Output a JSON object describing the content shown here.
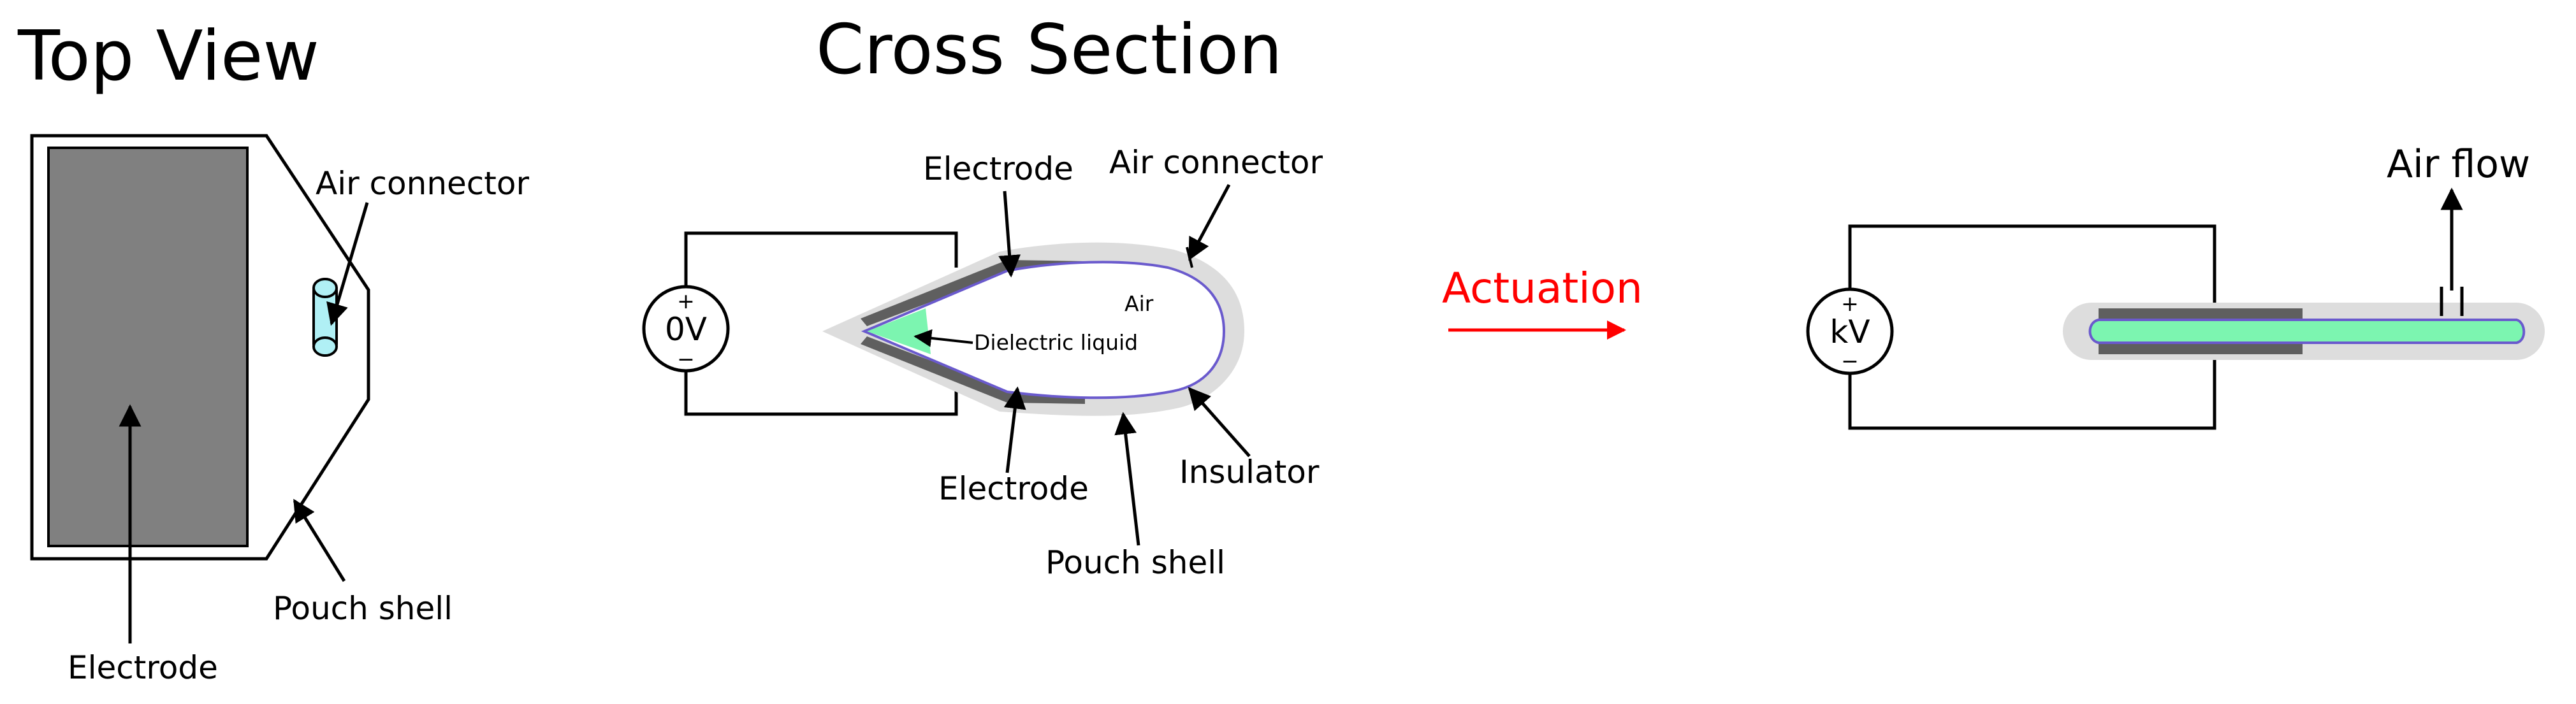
{
  "top_view": {
    "title": "Top View",
    "labels": {
      "air_connector": "Air connector",
      "electrode": "Electrode",
      "pouch_shell": "Pouch shell"
    }
  },
  "cross_section": {
    "title": "Cross Section",
    "source_label": "0V",
    "source_plus": "+",
    "source_minus": "−",
    "labels": {
      "electrode_top": "Electrode",
      "air_connector": "Air connector",
      "air": "Air",
      "dielectric_liquid": "Dielectric liquid",
      "electrode_bottom": "Electrode",
      "insulator": "Insulator",
      "pouch_shell": "Pouch shell"
    }
  },
  "actuation": {
    "label": "Actuation"
  },
  "actuated": {
    "source_label": "kV",
    "source_plus": "+",
    "source_minus": "−",
    "air_flow": "Air flow"
  },
  "colors": {
    "electrode": "#808080",
    "electrode_dark": "#5f5f5f",
    "pouch_shell": "#dddddd",
    "insulator": "#6a5acd",
    "liquid": "#7cf5b0",
    "connector": "#b0f0f5",
    "actuation": "#ff0000"
  }
}
